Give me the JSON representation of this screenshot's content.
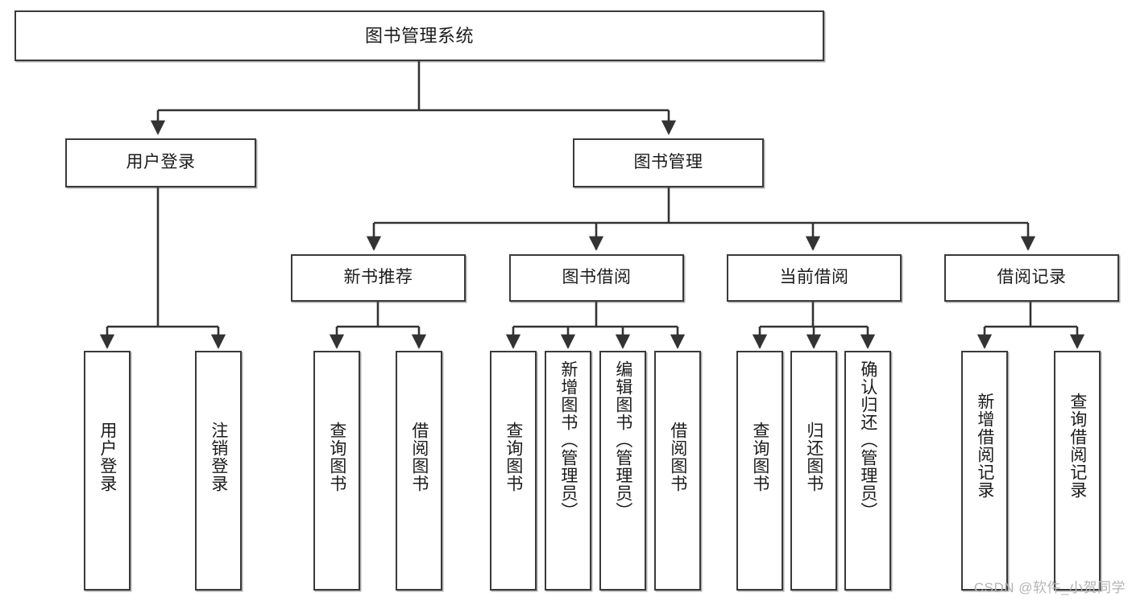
{
  "diagram": {
    "title": "图书管理系统",
    "type": "tree",
    "watermark": "CSDN @软件_小贺同学",
    "colors": {
      "box_border": "#3a3a3a",
      "box_fill": "#ffffff",
      "edge": "#333333",
      "text": "#1b1b1b",
      "watermark": "#b4b4b4",
      "background": "#ffffff"
    },
    "nodes": {
      "root": {
        "label": "图书管理系统"
      },
      "level2": [
        {
          "id": "user-login",
          "label": "用户登录"
        },
        {
          "id": "book-manage",
          "label": "图书管理"
        }
      ],
      "level3": [
        {
          "id": "new-book-recommend",
          "label": "新书推荐"
        },
        {
          "id": "book-borrow",
          "label": "图书借阅"
        },
        {
          "id": "current-borrow",
          "label": "当前借阅"
        },
        {
          "id": "borrow-record",
          "label": "借阅记录"
        }
      ],
      "leaves": {
        "user_login": [
          {
            "id": "leaf-user-login",
            "label": "用户登录"
          },
          {
            "id": "leaf-logout",
            "label": "注销登录"
          }
        ],
        "new_book_recommend": [
          {
            "id": "leaf-query-book-1",
            "label": "查询图书"
          },
          {
            "id": "leaf-borrow-book-1",
            "label": "借阅图书"
          }
        ],
        "book_borrow": [
          {
            "id": "leaf-query-book-2",
            "label": "查询图书"
          },
          {
            "id": "leaf-add-book",
            "label": "新增图书（管理员）"
          },
          {
            "id": "leaf-edit-book",
            "label": "编辑图书（管理员）"
          },
          {
            "id": "leaf-borrow-book-2",
            "label": "借阅图书"
          }
        ],
        "current_borrow": [
          {
            "id": "leaf-query-book-3",
            "label": "查询图书"
          },
          {
            "id": "leaf-return-book",
            "label": "归还图书"
          },
          {
            "id": "leaf-confirm-return",
            "label": "确认归还（管理员）"
          }
        ],
        "borrow_record": [
          {
            "id": "leaf-add-record",
            "label": "新增借阅记录"
          },
          {
            "id": "leaf-query-record",
            "label": "查询借阅记录"
          }
        ]
      }
    }
  }
}
